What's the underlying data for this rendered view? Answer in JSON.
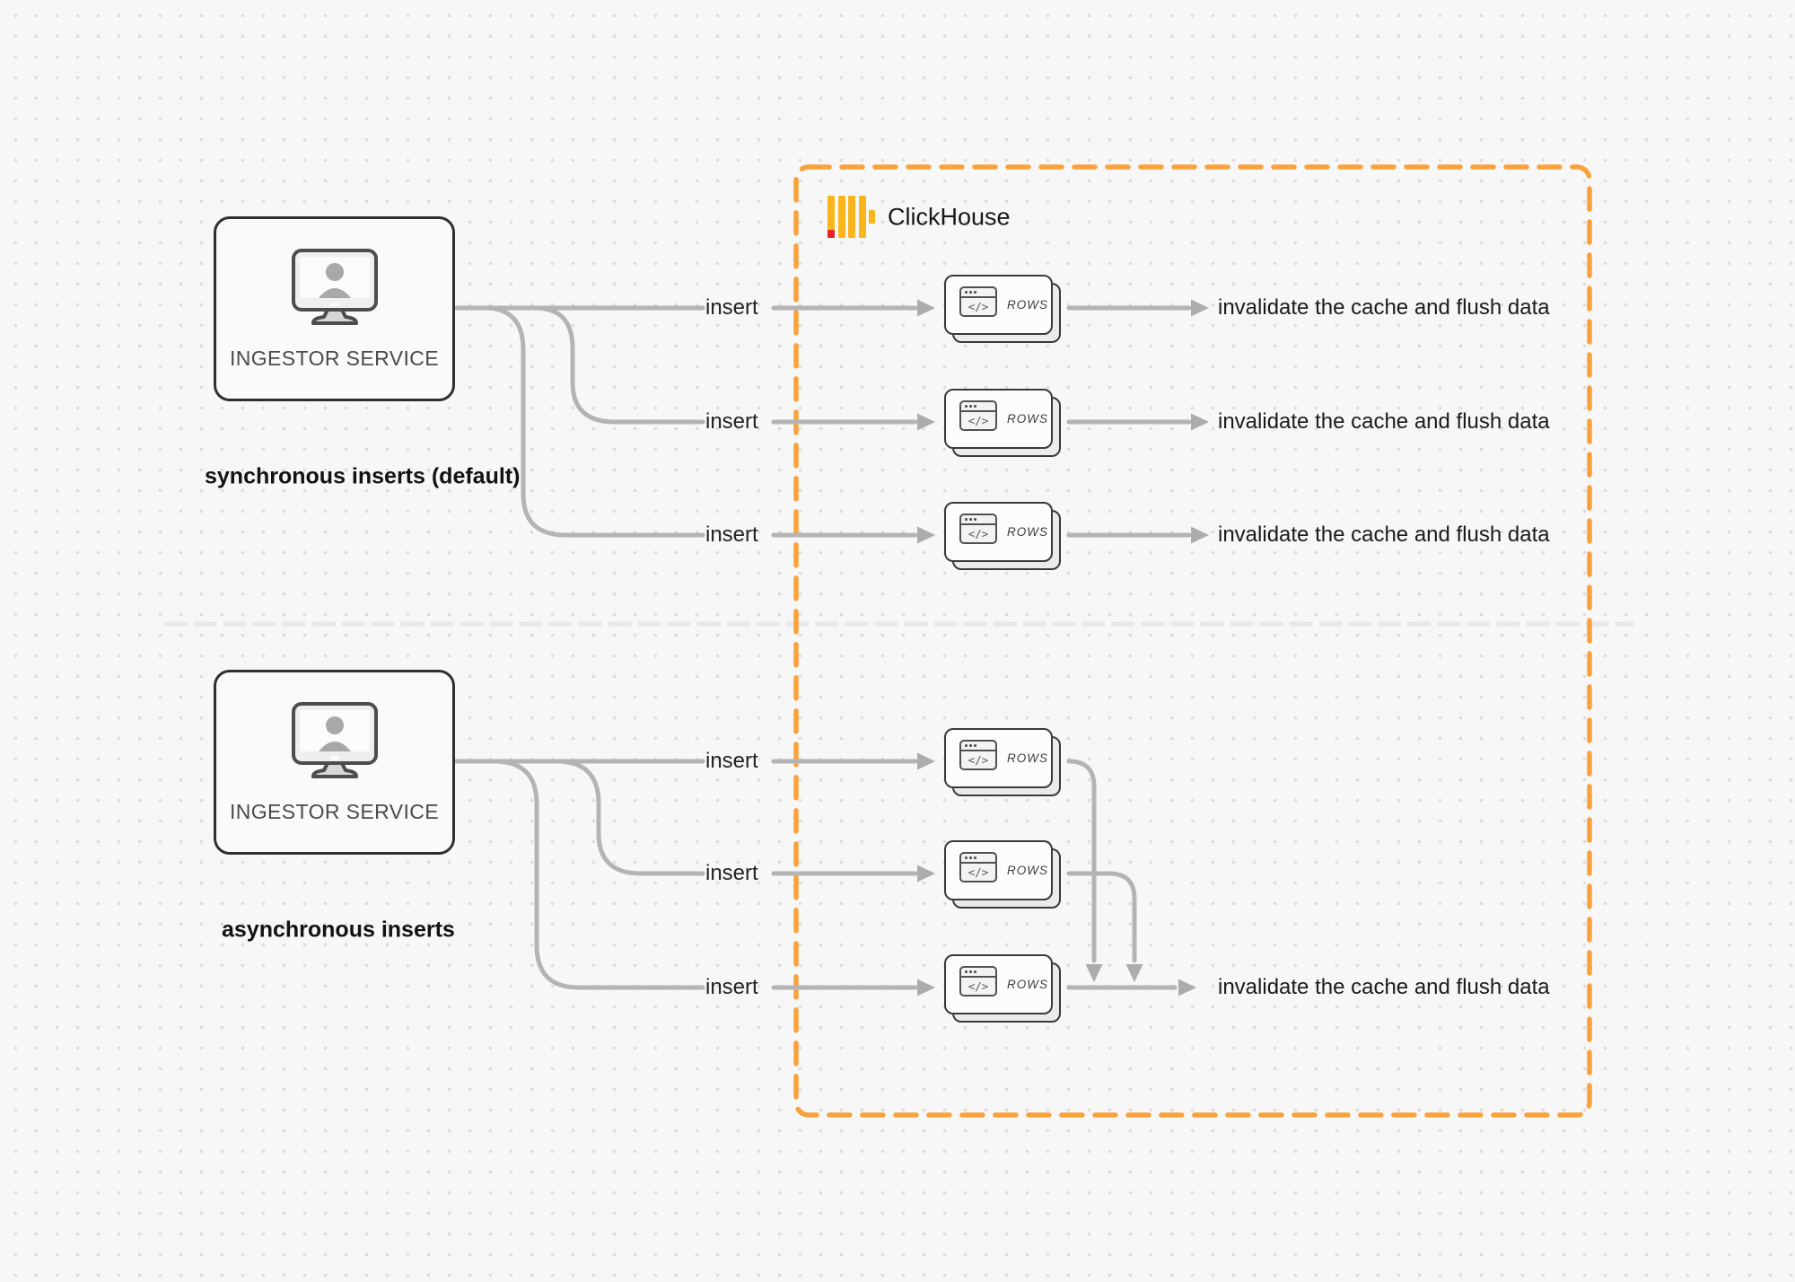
{
  "clickhouse": {
    "name": "ClickHouse"
  },
  "card": {
    "code_icon": "</>",
    "label": "ROWS"
  },
  "sync": {
    "service_label": "INGESTOR SERVICE",
    "caption": "synchronous inserts (default)",
    "inserts": [
      "insert",
      "insert",
      "insert"
    ],
    "results": [
      "invalidate the cache and flush data",
      "invalidate the cache and flush data",
      "invalidate the cache and flush data"
    ]
  },
  "async": {
    "service_label": "INGESTOR SERVICE",
    "caption": "asynchronous inserts",
    "inserts": [
      "insert",
      "insert",
      "insert"
    ],
    "result": "invalidate the cache and flush data"
  },
  "colors": {
    "boundary_orange": "#F9A23B",
    "logo_yellow": "#FAB41C",
    "logo_red": "#E62329",
    "connector_gray": "#b4b4b4",
    "divider_gray": "#e8e8e8"
  }
}
